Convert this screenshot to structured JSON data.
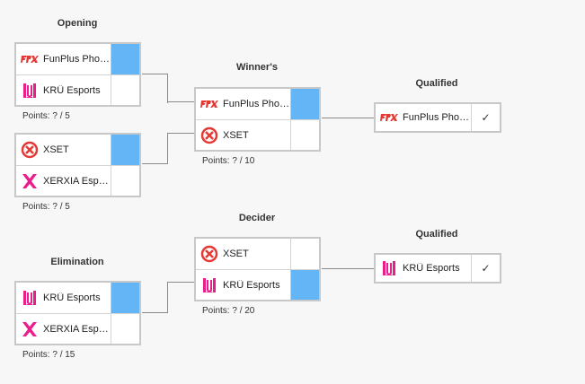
{
  "stages": {
    "opening": "Opening",
    "winners": "Winner's",
    "qualified_top": "Qualified",
    "decider": "Decider",
    "elimination": "Elimination",
    "qualified_bottom": "Qualified"
  },
  "teams": {
    "fpx": "FunPlus Phoenix",
    "kru": "KRÜ Esports",
    "xset": "XSET",
    "xerxia": "XERXIA Esports"
  },
  "matches": {
    "opening_1": {
      "points": "Points:  ? / 5"
    },
    "opening_2": {
      "points": "Points:  ? / 5"
    },
    "winners": {
      "points": "Points:  ? / 10"
    },
    "decider": {
      "points": "Points:  ? / 20"
    },
    "elimination": {
      "points": "Points:  ? / 15"
    }
  },
  "qualified": {
    "top": {
      "team": "FunPlus Phoenix",
      "mark": "✓"
    },
    "bottom": {
      "team": "KRÜ Esports",
      "mark": "✓"
    }
  },
  "colors": {
    "winner_highlight": "#64b5f6",
    "fpx_red": "#e53935",
    "kru_pink": "#e91e8c",
    "xset_red": "#e53935",
    "xerxia_pink": "#e91e8c"
  }
}
